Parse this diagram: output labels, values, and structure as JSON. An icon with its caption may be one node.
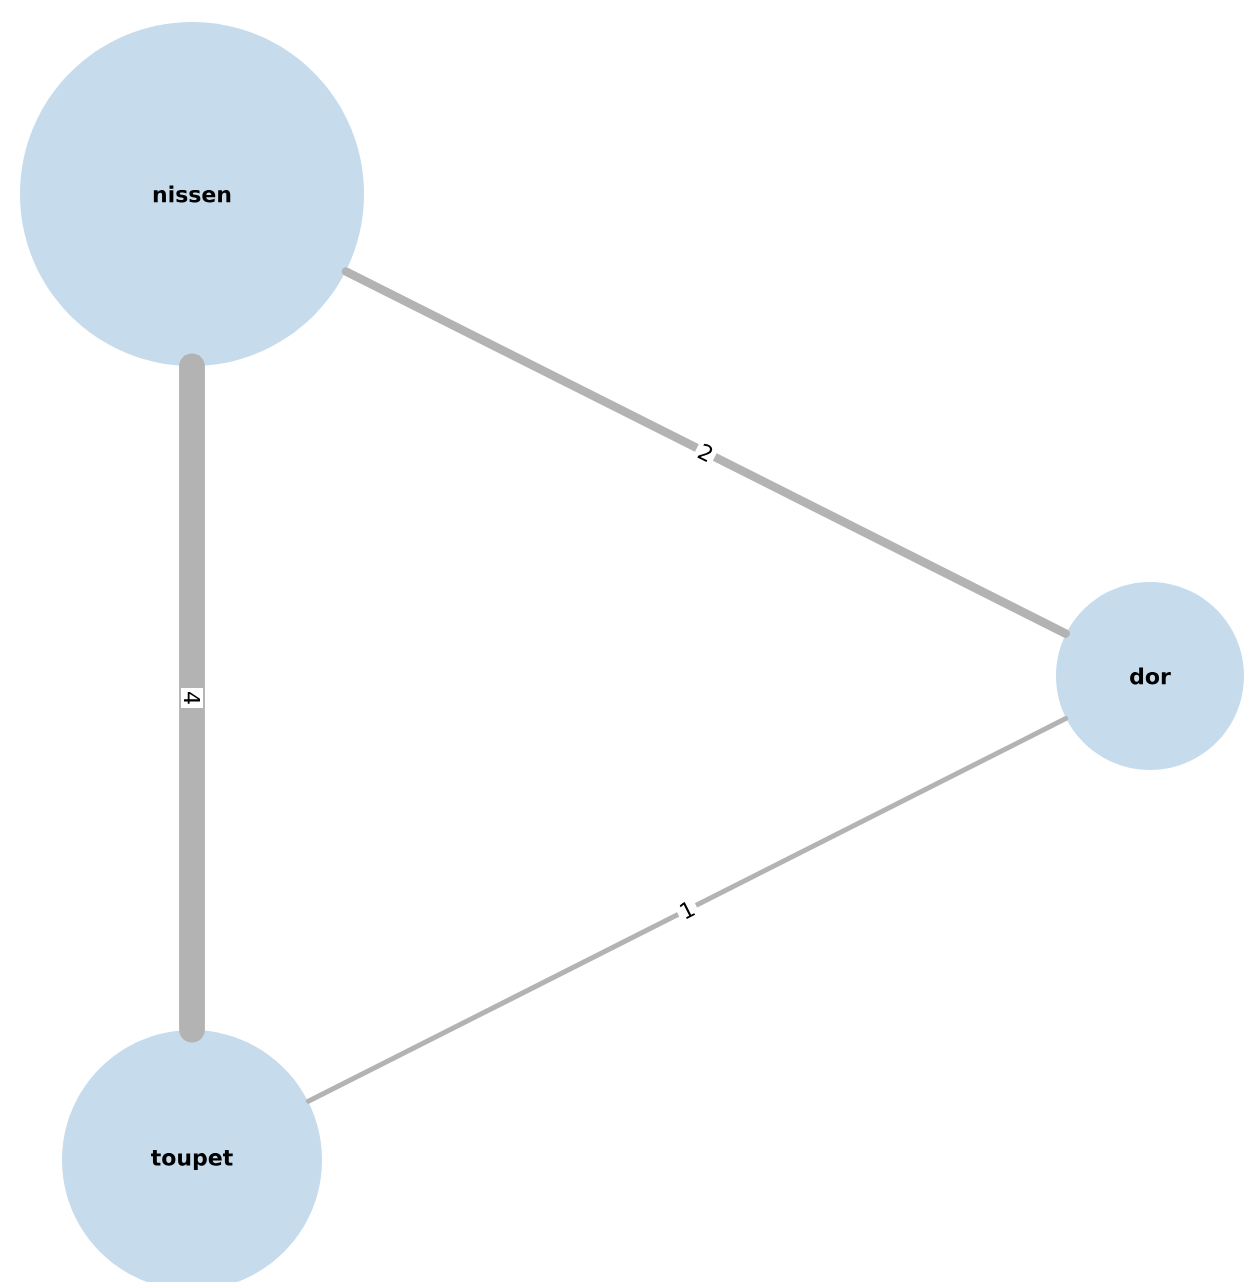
{
  "diagram": {
    "nodes": [
      {
        "text": [
          "nissen"
        ]
      },
      {
        "text": [
          "dor"
        ]
      },
      {
        "text": [
          "toupet"
        ]
      }
    ],
    "edges": [
      {
        "from": 0,
        "to": 1,
        "arrow": "none",
        "label": "2"
      },
      {
        "from": 0,
        "to": 2,
        "arrow": "none",
        "label": "4",
        "style": "thick"
      },
      {
        "from": 2,
        "to": 1,
        "arrow": "none",
        "label": "1"
      }
    ]
  }
}
